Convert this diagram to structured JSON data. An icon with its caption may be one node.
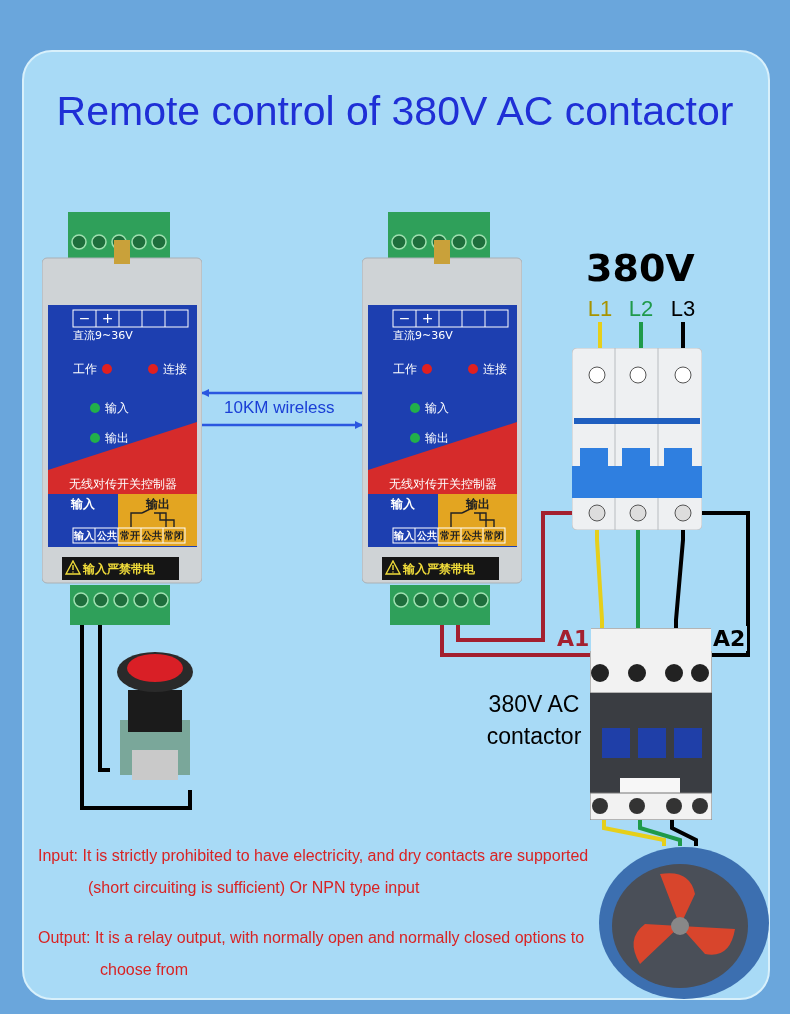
{
  "diagram": {
    "title": "Remote control of 380V AC contactor",
    "nodes": [
      {
        "text": [
          "−",
          "+",
          "直流9~36V",
          "工作",
          "连接",
          "输入",
          "输出",
          "无线对传开关控制器",
          "输入",
          "输出",
          "输入",
          "公共",
          "常开",
          "公共",
          "常闭",
          "输入严禁带电"
        ]
      },
      {
        "text": [
          "−",
          "+",
          "直流9~36V",
          "工作",
          "连接",
          "输入",
          "输出",
          "无线对传开关控制器",
          "输入",
          "输出",
          "输入",
          "公共",
          "常开",
          "公共",
          "常闭",
          "输入严禁带电"
        ]
      },
      {
        "text": [],
        "shape": "picture"
      },
      {
        "text": [
          "L1"
        ]
      },
      {
        "text": [
          "L2"
        ]
      },
      {
        "text": [
          "L3"
        ]
      },
      {
        "text": [],
        "shape": "picture"
      },
      {
        "text": [],
        "shape": "picture",
        "beside": [
          "380V AC contactor"
        ]
      },
      {
        "text": [],
        "shape": "picture"
      }
    ],
    "edges": [
      {
        "from": 0,
        "to": 2,
        "arrow": "none"
      },
      {
        "from": 0,
        "to": 2,
        "arrow": "none"
      },
      {
        "from": 1,
        "to": 0,
        "arrow": "to",
        "color": "#2b57e0"
      },
      {
        "from": 0,
        "to": 1,
        "arrow": "to",
        "color": "#2b57e0",
        "label": "10KM wireless"
      },
      {
        "from": 3,
        "to": 6,
        "arrow": "none",
        "color": "#e6cf1a"
      },
      {
        "from": 4,
        "to": 6,
        "arrow": "none",
        "color": "#1f9a4a"
      },
      {
        "from": 5,
        "to": 6,
        "arrow": "none"
      },
      {
        "from": 6,
        "to": 7,
        "arrow": "none",
        "color": "#e6cf1a"
      },
      {
        "from": 6,
        "to": 7,
        "arrow": "none",
        "color": "#1f9a4a"
      },
      {
        "from": 6,
        "to": 7,
        "arrow": "none"
      },
      {
        "from": 1,
        "to": 6,
        "arrow": "none",
        "color": "#a3202f"
      },
      {
        "from": 1,
        "to": 7,
        "arrow": "none",
        "color": "#a3202f",
        "label": "A1"
      },
      {
        "from": 6,
        "to": 7,
        "arrow": "none",
        "label": "A2"
      },
      {
        "from": 7,
        "to": 8,
        "arrow": "none",
        "color": "#e6cf1a"
      },
      {
        "from": 7,
        "to": 8,
        "arrow": "none",
        "color": "#1f9a4a"
      },
      {
        "from": 7,
        "to": 8,
        "arrow": "none"
      }
    ],
    "labels": [
      "380V",
      "Input: It is strictly prohibited to have electricity, and dry contacts are supported (short circuiting is sufficient) Or NPN type input",
      "Output: It is a relay output, with normally open and normally closed options to choose from"
    ]
  }
}
